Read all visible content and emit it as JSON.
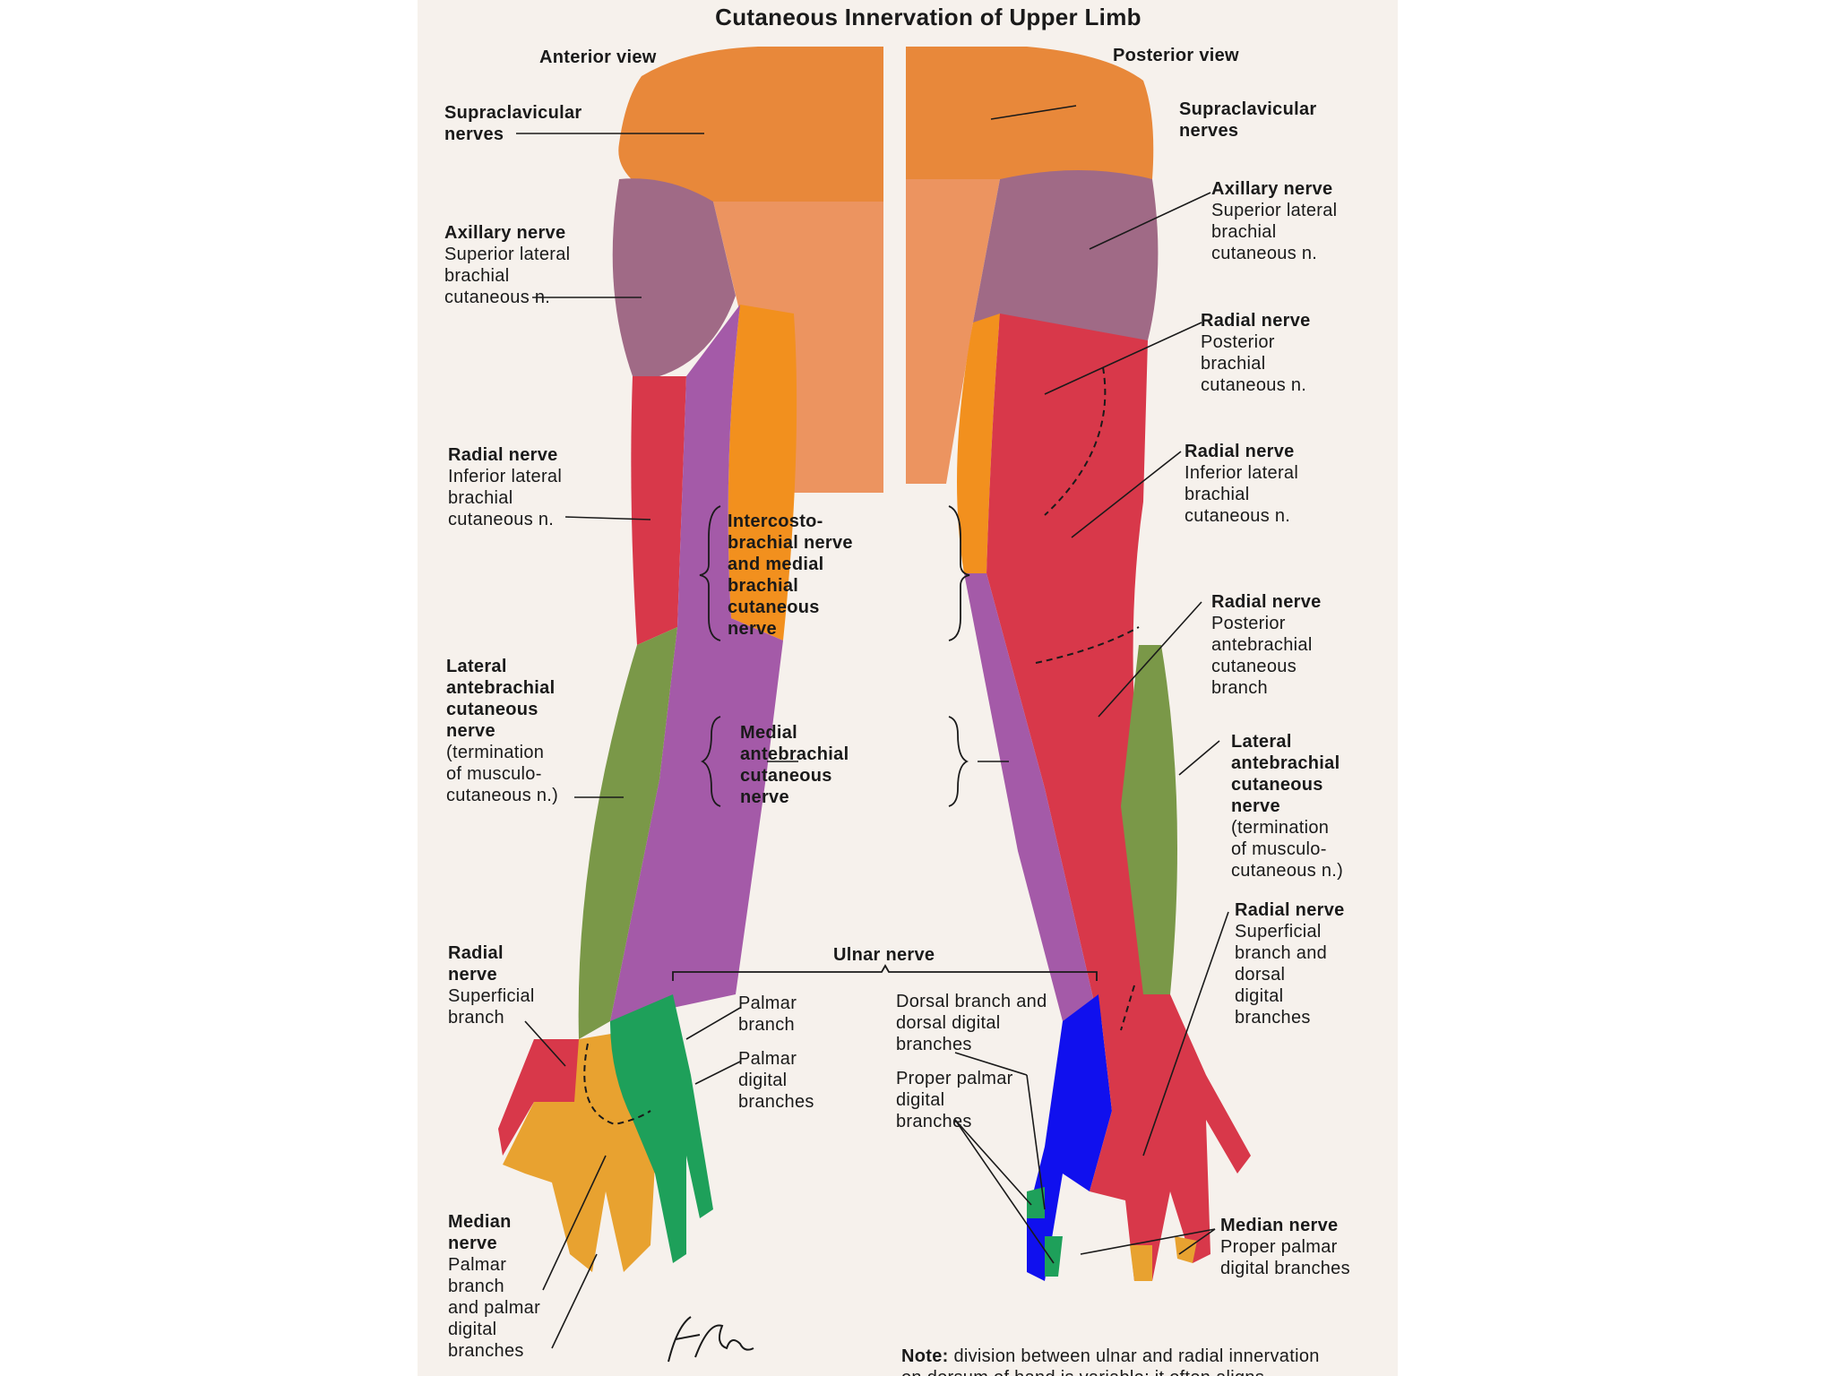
{
  "title": "Cutaneous Innervation of Upper Limb",
  "views": {
    "anterior": "Anterior view",
    "posterior": "Posterior view"
  },
  "labels": {
    "supraclav_left": {
      "head": "Supraclavicular\nnerves",
      "sub": ""
    },
    "supraclav_right": {
      "head": "Supraclavicular\nnerves",
      "sub": ""
    },
    "axillary_left": {
      "head": "Axillary nerve",
      "sub": "Superior lateral\nbrachial\ncutaneous n."
    },
    "axillary_right": {
      "head": "Axillary nerve",
      "sub": "Superior lateral\nbrachial\ncutaneous n."
    },
    "radial_post_brachial": {
      "head": "Radial nerve",
      "sub": "Posterior\nbrachial\ncutaneous n."
    },
    "radial_inf_left": {
      "head": "Radial nerve",
      "sub": "Inferior lateral\nbrachial\ncutaneous n."
    },
    "radial_inf_right": {
      "head": "Radial nerve",
      "sub": "Inferior lateral\nbrachial\ncutaneous n."
    },
    "intercosto": {
      "head": "Intercosto-\nbrachial nerve\nand medial\nbrachial\ncutaneous\nnerve",
      "sub": ""
    },
    "radial_post_antebrachial": {
      "head": "Radial nerve",
      "sub": "Posterior\nantebrachial\ncutaneous\nbranch"
    },
    "lateral_ante_left": {
      "head": "Lateral\nantebrachial\ncutaneous\nnerve",
      "sub": "(termination\nof musculo-\ncutaneous n.)"
    },
    "lateral_ante_right": {
      "head": "Lateral\nantebrachial\ncutaneous\nnerve",
      "sub": "(termination\nof musculo-\ncutaneous n.)"
    },
    "medial_ante": {
      "head": "Medial\nantebrachial\ncutaneous\nnerve",
      "sub": ""
    },
    "ulnar": {
      "head": "Ulnar nerve",
      "sub": ""
    },
    "radial_superficial_left": {
      "head": "Radial\nnerve",
      "sub": "Superficial\nbranch"
    },
    "radial_superficial_right": {
      "head": "Radial nerve",
      "sub": "Superficial\nbranch and\ndorsal\ndigital\nbranches"
    },
    "palmar_branch": {
      "head": "",
      "sub": "Palmar\nbranch"
    },
    "palmar_digital": {
      "head": "",
      "sub": "Palmar\ndigital\nbranches"
    },
    "dorsal_branch": {
      "head": "",
      "sub": "Dorsal branch and\ndorsal digital\nbranches"
    },
    "proper_palmar_ulnar": {
      "head": "",
      "sub": "Proper palmar\ndigital\nbranches"
    },
    "median_left": {
      "head": "Median\nnerve",
      "sub": "Palmar\nbranch\nand palmar\ndigital\nbranches"
    },
    "median_right": {
      "head": "Median nerve",
      "sub": "Proper palmar\ndigital branches"
    }
  },
  "note": {
    "label": "Note:",
    "text": " division between ulnar and radial innervation\non dorsum of hand is variable; it often aligns\nwith middle of digit III instead of digit IV, as shown."
  },
  "colors": {
    "supraclavicular": "#e8883a",
    "axillary": "#a06a86",
    "radial": "#d8384a",
    "intercostobrachial": "#f2901e",
    "medial_antebrachial": "#a45aa8",
    "lateral_antebrachial": "#7a9848",
    "ulnar_palmar": "#1ea05a",
    "ulnar_dorsal": "#1010ee",
    "median": "#e8a230"
  }
}
